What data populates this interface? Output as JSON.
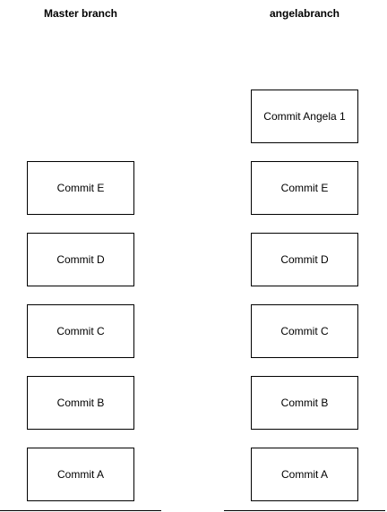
{
  "master": {
    "title": "Master branch",
    "commits": [
      "Commit E",
      "Commit D",
      "Commit C",
      "Commit B",
      "Commit A"
    ]
  },
  "angela": {
    "title": "angelabranch",
    "commits": [
      "Commit Angela 1",
      "Commit E",
      "Commit D",
      "Commit C",
      "Commit B",
      "Commit A"
    ]
  }
}
